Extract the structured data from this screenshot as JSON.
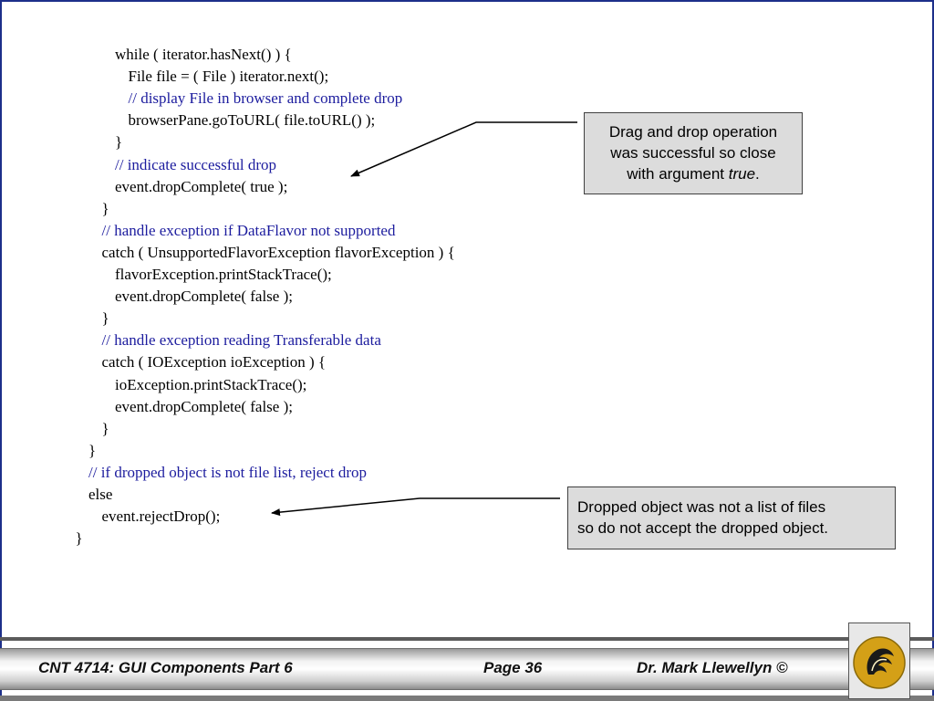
{
  "code_lines": [
    {
      "text": "while ( iterator.hasNext() ) {",
      "indent": 8,
      "comment": false
    },
    {
      "text": "File file = ( File ) iterator.next();",
      "indent": 9,
      "comment": false
    },
    {
      "text": "// display File in browser and complete drop",
      "indent": 9,
      "comment": true
    },
    {
      "text": "browserPane.goToURL( file.toURL() );",
      "indent": 9,
      "comment": false
    },
    {
      "text": "}",
      "indent": 8,
      "comment": false
    },
    {
      "text": "// indicate successful drop",
      "indent": 8,
      "comment": true
    },
    {
      "text": "event.dropComplete( true );",
      "indent": 8,
      "comment": false
    },
    {
      "text": "}",
      "indent": 7,
      "comment": false
    },
    {
      "text": "// handle exception if DataFlavor not supported",
      "indent": 7,
      "comment": true
    },
    {
      "text": "catch ( UnsupportedFlavorException flavorException ) {",
      "indent": 7,
      "comment": false
    },
    {
      "text": "flavorException.printStackTrace();",
      "indent": 8,
      "comment": false
    },
    {
      "text": "event.dropComplete( false );",
      "indent": 8,
      "comment": false
    },
    {
      "text": "}",
      "indent": 7,
      "comment": false
    },
    {
      "text": "// handle exception reading Transferable data",
      "indent": 7,
      "comment": true
    },
    {
      "text": "catch ( IOException ioException ) {",
      "indent": 7,
      "comment": false
    },
    {
      "text": "ioException.printStackTrace();",
      "indent": 8,
      "comment": false
    },
    {
      "text": "event.dropComplete( false );",
      "indent": 8,
      "comment": false
    },
    {
      "text": "}",
      "indent": 7,
      "comment": false
    },
    {
      "text": "}",
      "indent": 6,
      "comment": false
    },
    {
      "text": "// if dropped object is not file list, reject drop",
      "indent": 6,
      "comment": true
    },
    {
      "text": "else",
      "indent": 6,
      "comment": false
    },
    {
      "text": "event.rejectDrop();",
      "indent": 7,
      "comment": false
    },
    {
      "text": "}",
      "indent": 5,
      "comment": false
    }
  ],
  "callouts": {
    "success": {
      "line1": "Drag and drop operation",
      "line2": "was successful so close",
      "line3_prefix": "with argument ",
      "line3_em": "true",
      "line3_suffix": "."
    },
    "reject": {
      "line1": "Dropped object was not a list of files",
      "line2": "so do not accept the dropped object."
    }
  },
  "footer": {
    "course": "CNT 4714: GUI Components Part 6",
    "page": "Page 36",
    "author": "Dr. Mark Llewellyn ©"
  },
  "colors": {
    "comment": "#1c1c9e",
    "frame": "#1d2f8a",
    "callout_fill": "#dcdcdc",
    "logo_gold": "#d4a017"
  },
  "icons": {
    "logo": "pegasus-logo-icon"
  }
}
